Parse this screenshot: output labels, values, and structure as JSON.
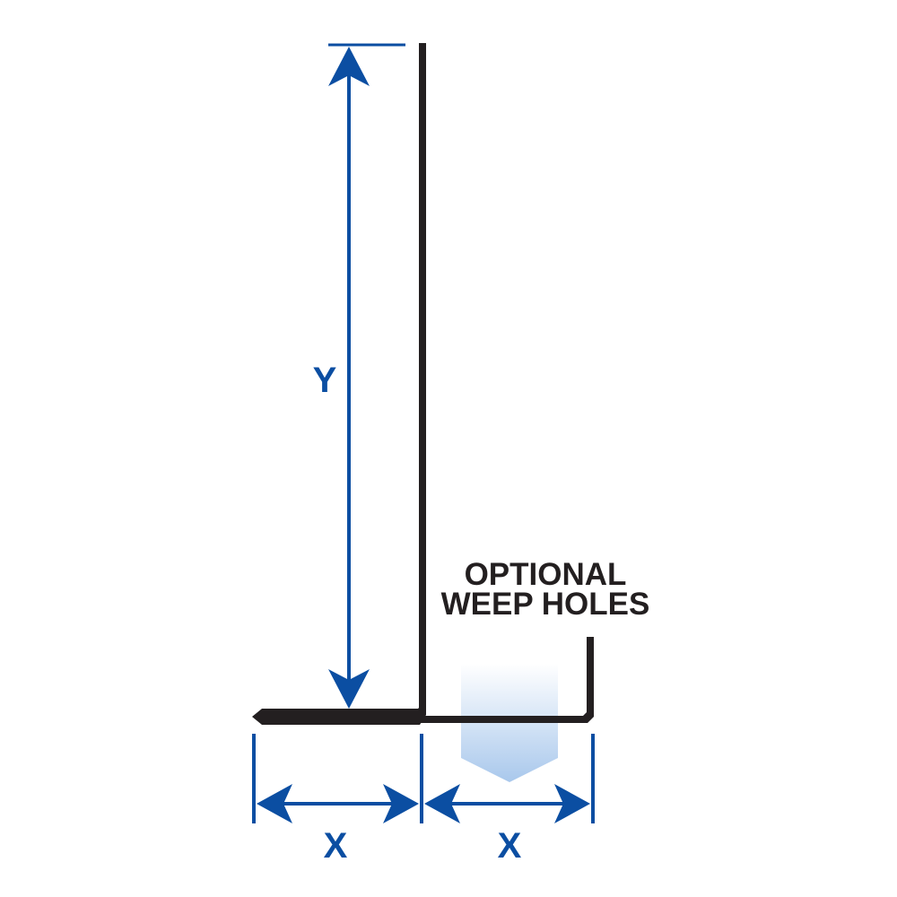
{
  "labels": {
    "height_dimension": "Y",
    "left_width_dimension": "X",
    "right_width_dimension": "X",
    "note_line1": "OPTIONAL",
    "note_line2": "WEEP HOLES"
  },
  "colors": {
    "dimension_blue": "#0b4ea2",
    "profile_black": "#231f20",
    "weep_gradient_top": "#ffffff",
    "weep_gradient_bottom": "#a9c8ec"
  }
}
